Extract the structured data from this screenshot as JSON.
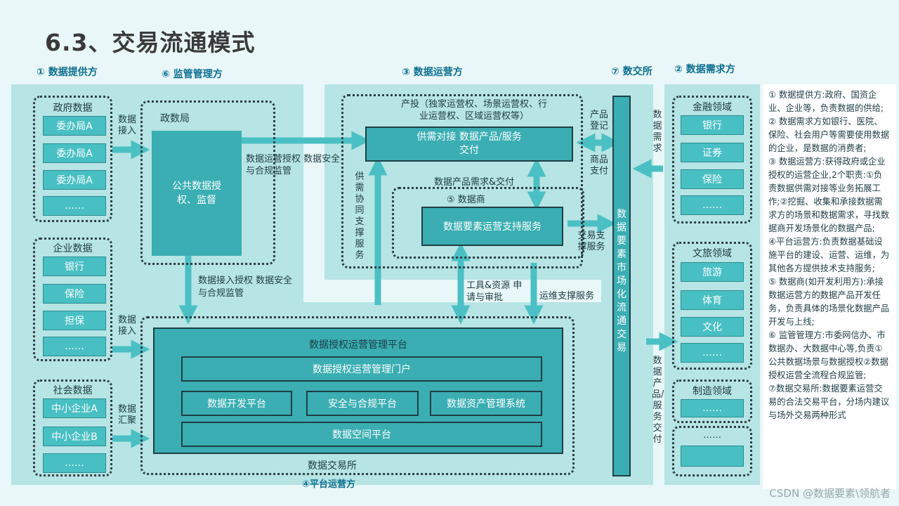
{
  "title": "6.3、交易流通模式",
  "roles": {
    "provider": "① 数据提供方",
    "regulator": "⑥ 监管管理方",
    "operator": "③ 数据运营方",
    "exchange": "⑦ 数交所",
    "demander": "② 数据需求方",
    "platform": "④平台运营方"
  },
  "provider": {
    "gov": {
      "title": "政府数据",
      "items": [
        "委办局A",
        "委办局A",
        "委办局A",
        "……"
      ]
    },
    "ent": {
      "title": "企业数据",
      "items": [
        "银行",
        "保险",
        "担保",
        "……"
      ]
    },
    "soc": {
      "title": "社会数据",
      "items": [
        "中小企业A",
        "中小企业B",
        "……"
      ]
    },
    "edge1": "数据接入",
    "edge2": "数据接入",
    "edge3": "数据汇聚"
  },
  "regulator": {
    "title": "政数局",
    "box": "公共数据授权、监督",
    "edge_right": "数据运营授权 数据安全与合规监管",
    "edge_down": "数据接入授权 数据安全与合规监管"
  },
  "operator": {
    "top_label": "产投（独家运营权、场景运营权、行业运营权、区域运营权等）",
    "supply_box": "供需对接 数据产品/服务交付",
    "demand_label": "数据产品需求&交付",
    "merchant_label": "⑤ 数据商",
    "service_box": "数据要素运营支持服务",
    "support_v": "供需协同支撑服务",
    "tools": "工具&资源 申请与审批",
    "ops": "运维支撑服务",
    "trade_support": "交易支撑服务",
    "prod_reg": "产品登记",
    "prod_pay": "商品支付"
  },
  "platform": {
    "main": "数据授权运营管理平台",
    "portal": "数据授权运营管理门户",
    "dev": "数据开发平台",
    "sec": "安全与合规平台",
    "asset": "数据资产管理系统",
    "space": "数据空间平台",
    "exchange": "数据交易所"
  },
  "exchange": {
    "bar": "数据要素市场化流通交易",
    "demand": "数据需求",
    "delivery": "数据产品/服务交付"
  },
  "demander": {
    "fin": {
      "title": "金融领域",
      "items": [
        "银行",
        "证券",
        "保险",
        "……"
      ]
    },
    "cul": {
      "title": "文旅领域",
      "items": [
        "旅游",
        "体育",
        "文化",
        "……"
      ]
    },
    "mfg": {
      "title": "制造领域",
      "items": [
        "……"
      ]
    },
    "more": {
      "items": [
        "……"
      ]
    }
  },
  "notes": [
    "① 数据提供方:政府、国资企业、企业等，负责数据的供给;",
    "② 数据需求方如银行、医院、保险、社会用户等需要使用数据的企业，是数据的消费者;",
    "③ 数据运营方:获得政府或企业授权的运营企业,2个职责:①负责数据供需对接等业务拓展工作;②挖掘、收集和承接数据需求方的场景和数据需求，寻找数据商开发场景化的数据产品;",
    "④平台运营方:负责数据基础设施平台的建设、运营、运维，为其他各方提供技术支持服务;",
    "⑤ 数据商(如开发利用方):承接数据运营方的数据产品开发任务，负责具体的场景化数据产品开发与上线;",
    "⑥ 监管管理方:市委网信办、市数据办、大数据中心等,负责①公共数据场景与数据授权②数据授权运营全流程合规监管;",
    "⑦数据交易所:数据要素运营交易的合法交易平台，分场内建议与场外交易两种形式"
  ],
  "watermark": "CSDN @数据要素\\领航者",
  "colors": {
    "panel": "#b7e4e4",
    "box": "#3aaeb3",
    "item": "#48bfc3",
    "arrow": "#4bc0c4",
    "role": "#0c6f8f"
  }
}
